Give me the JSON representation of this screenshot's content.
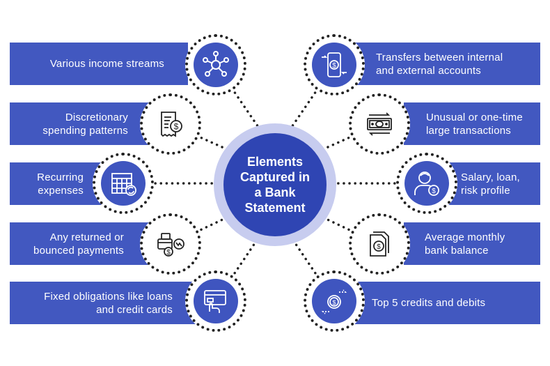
{
  "center": {
    "title": "Elements\nCaptured in\na Bank\nStatement"
  },
  "colors": {
    "bar": "#4258c0",
    "hub": "#2f45b3",
    "hub_ring": "#c7ccef",
    "connector": "#222222"
  },
  "left_items": [
    {
      "label": "Various income streams",
      "icon": "network-icon"
    },
    {
      "label": "Discretionary\nspending patterns",
      "icon": "receipt-dollar-icon"
    },
    {
      "label": "Recurring\nexpenses",
      "icon": "calendar-refresh-icon"
    },
    {
      "label": "Any returned or\nbounced payments",
      "icon": "card-return-icon"
    },
    {
      "label": "Fixed obligations like loans\nand credit cards",
      "icon": "card-hand-icon"
    }
  ],
  "right_items": [
    {
      "label": "Transfers between internal\nand external accounts",
      "icon": "phone-transfer-icon"
    },
    {
      "label": "Unusual or one-time\nlarge transactions",
      "icon": "cash-transfer-icon"
    },
    {
      "label": "Salary, loan,\nrisk profile",
      "icon": "user-dollar-icon"
    },
    {
      "label": "Average monthly\nbank balance",
      "icon": "document-dollar-icon"
    },
    {
      "label": "Top 5 credits and debits",
      "icon": "coin-arrows-icon"
    }
  ]
}
